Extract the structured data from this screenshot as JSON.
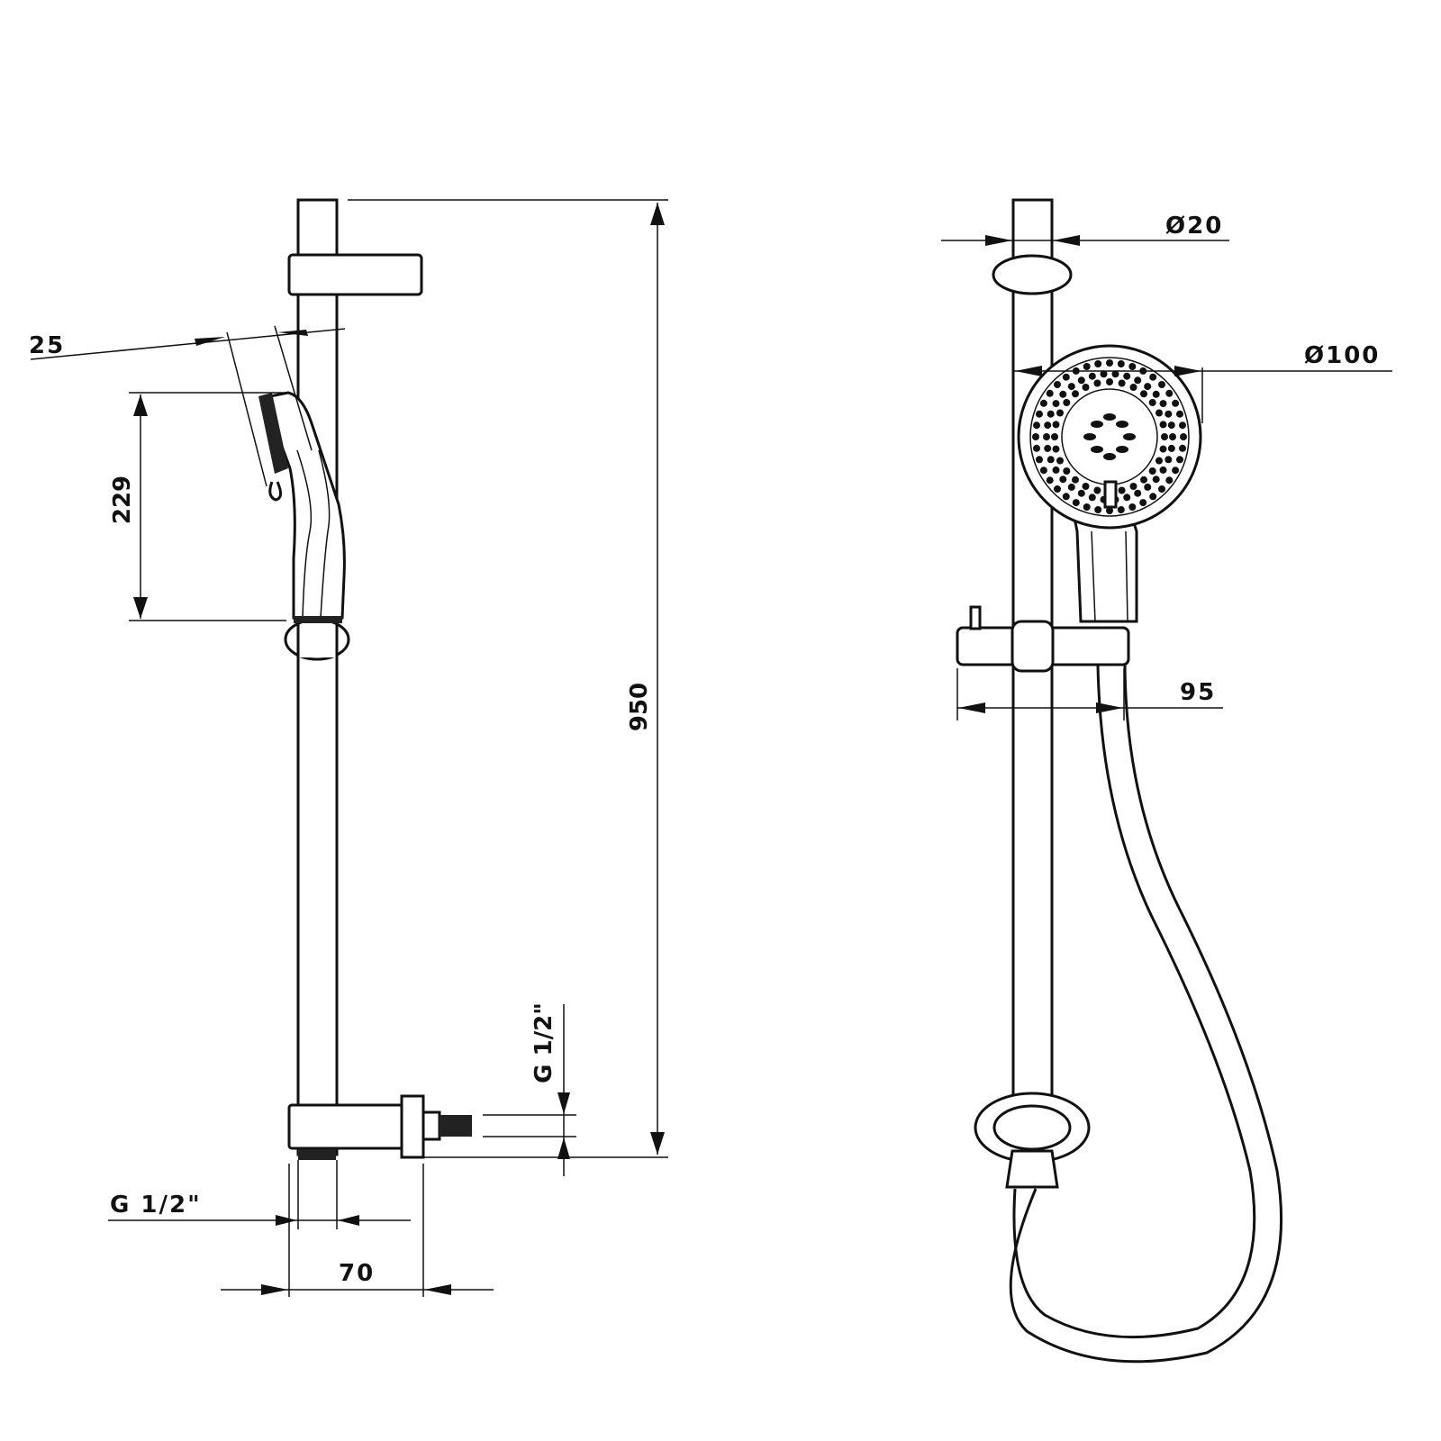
{
  "dimensions": {
    "angle_25": "25",
    "handshower_length": "229",
    "overall_height": "950",
    "inlet_thread_vertical": "G 1/2\"",
    "inlet_thread_bottom": "G 1/2\"",
    "projection_70": "70",
    "rail_diameter": "Ø20",
    "head_diameter": "Ø100",
    "holder_projection": "95"
  }
}
